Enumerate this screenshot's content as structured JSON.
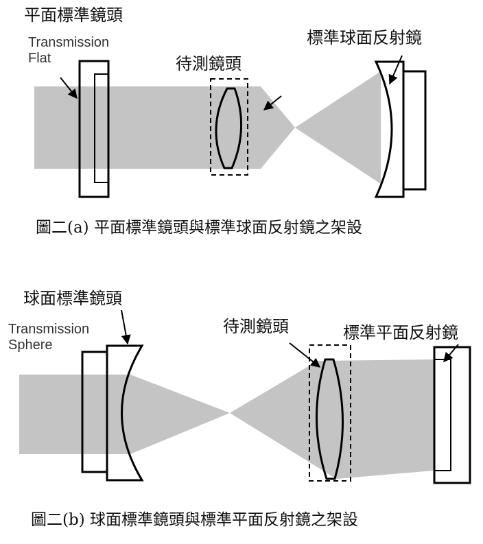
{
  "diagram_a": {
    "label_flat_cn": "平面標準鏡頭",
    "label_flat_en_1": "Transmission",
    "label_flat_en_2": "Flat",
    "label_test_lens": "待測鏡頭",
    "label_sphere_mirror": "標準球面反射鏡",
    "caption": "圖二(a)  平面標準鏡頭與標準球面反射鏡之架設"
  },
  "diagram_b": {
    "label_sphere_cn": "球面標準鏡頭",
    "label_sphere_en_1": "Transmission",
    "label_sphere_en_2": "Sphere",
    "label_test_lens": "待測鏡頭",
    "label_flat_mirror": "標準平面反射鏡",
    "caption": "圖二(b)  球面標準鏡頭與標準平面反射鏡之架設"
  },
  "colors": {
    "beam": "#c4c4c4",
    "outline": "#000000"
  }
}
